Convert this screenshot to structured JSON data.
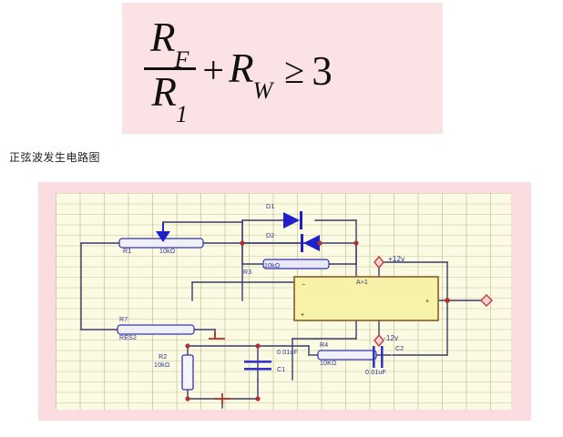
{
  "formula": {
    "numerator": "R",
    "numerator_sub": "F",
    "denominator": "R",
    "denominator_sub": "1",
    "plus": "+",
    "term": "R",
    "term_sub": "W",
    "relation": "≥",
    "value": "3",
    "background_color": "#fbe2e4"
  },
  "caption": {
    "text": "正弦波发生电路图"
  },
  "circuit": {
    "frame_color": "#fbdde1",
    "canvas_color": "#fbfbe3",
    "wire_color": "#3b3b6b",
    "component_color": "#3333aa",
    "diode_color": "#1f1fcc",
    "opamp_fill": "#f6f2a8",
    "opamp_stroke": "#8a5a2b",
    "junction_color": "#b03030",
    "labels": {
      "r1_name": "R1",
      "r1_value": "10kΩ",
      "r7_name": "R7",
      "r7_value": "RES2",
      "d1_name": "D1",
      "d2_name": "D2",
      "r3_name": "R3",
      "r3_value": "10kΩ",
      "r2_name": "R2",
      "r2_value": "10kΩ",
      "r4_name": "R4",
      "r4_value": "10KΩ",
      "c1_name": "C1",
      "c1_value": "0.01uF",
      "c2_name": "C2",
      "c2_value": "0.01uF",
      "vcc_pos": "+12v",
      "vcc_neg": "-12v",
      "opamp_ref": "A≈1",
      "opamp_minus": "-",
      "opamp_plus": "+",
      "opamp_out": "+"
    }
  }
}
